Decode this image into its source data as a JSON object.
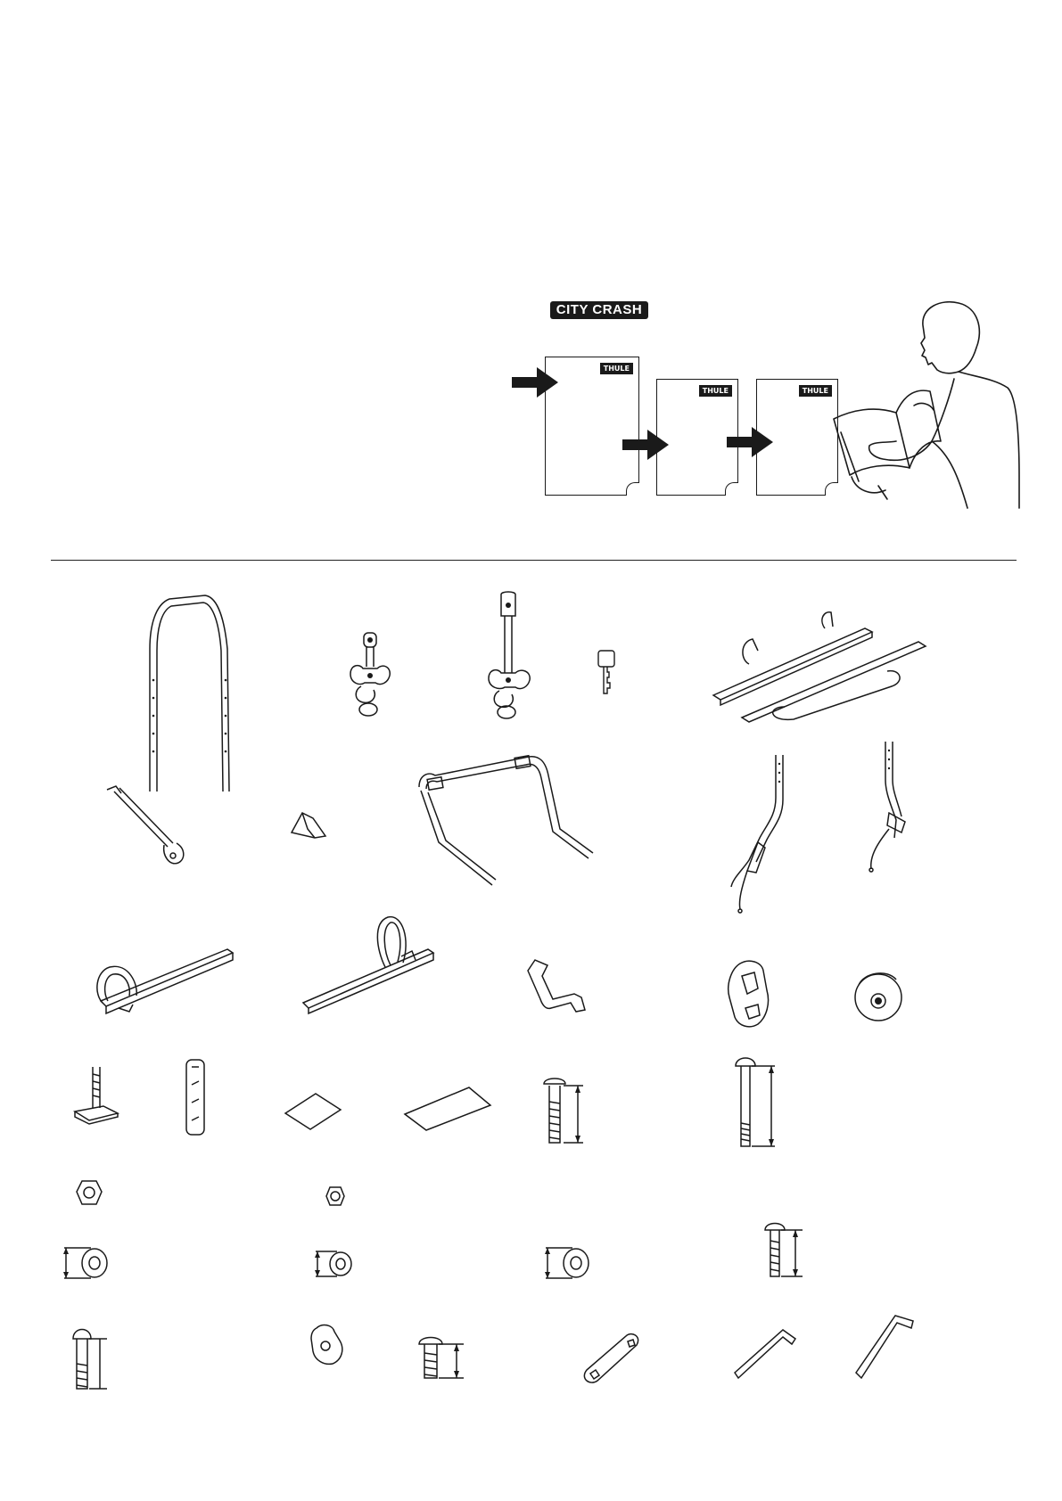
{
  "header": {
    "badge_label": "CITY CRASH"
  },
  "instruction_sheets": [
    {
      "logo": "THULE"
    },
    {
      "logo": "THULE"
    },
    {
      "logo": "THULE"
    }
  ],
  "icons": {
    "arrow": "arrow-right-icon",
    "reader": "person-reading-manual-icon"
  },
  "colors": {
    "ink": "#1a1a1a",
    "paper": "#ffffff"
  }
}
